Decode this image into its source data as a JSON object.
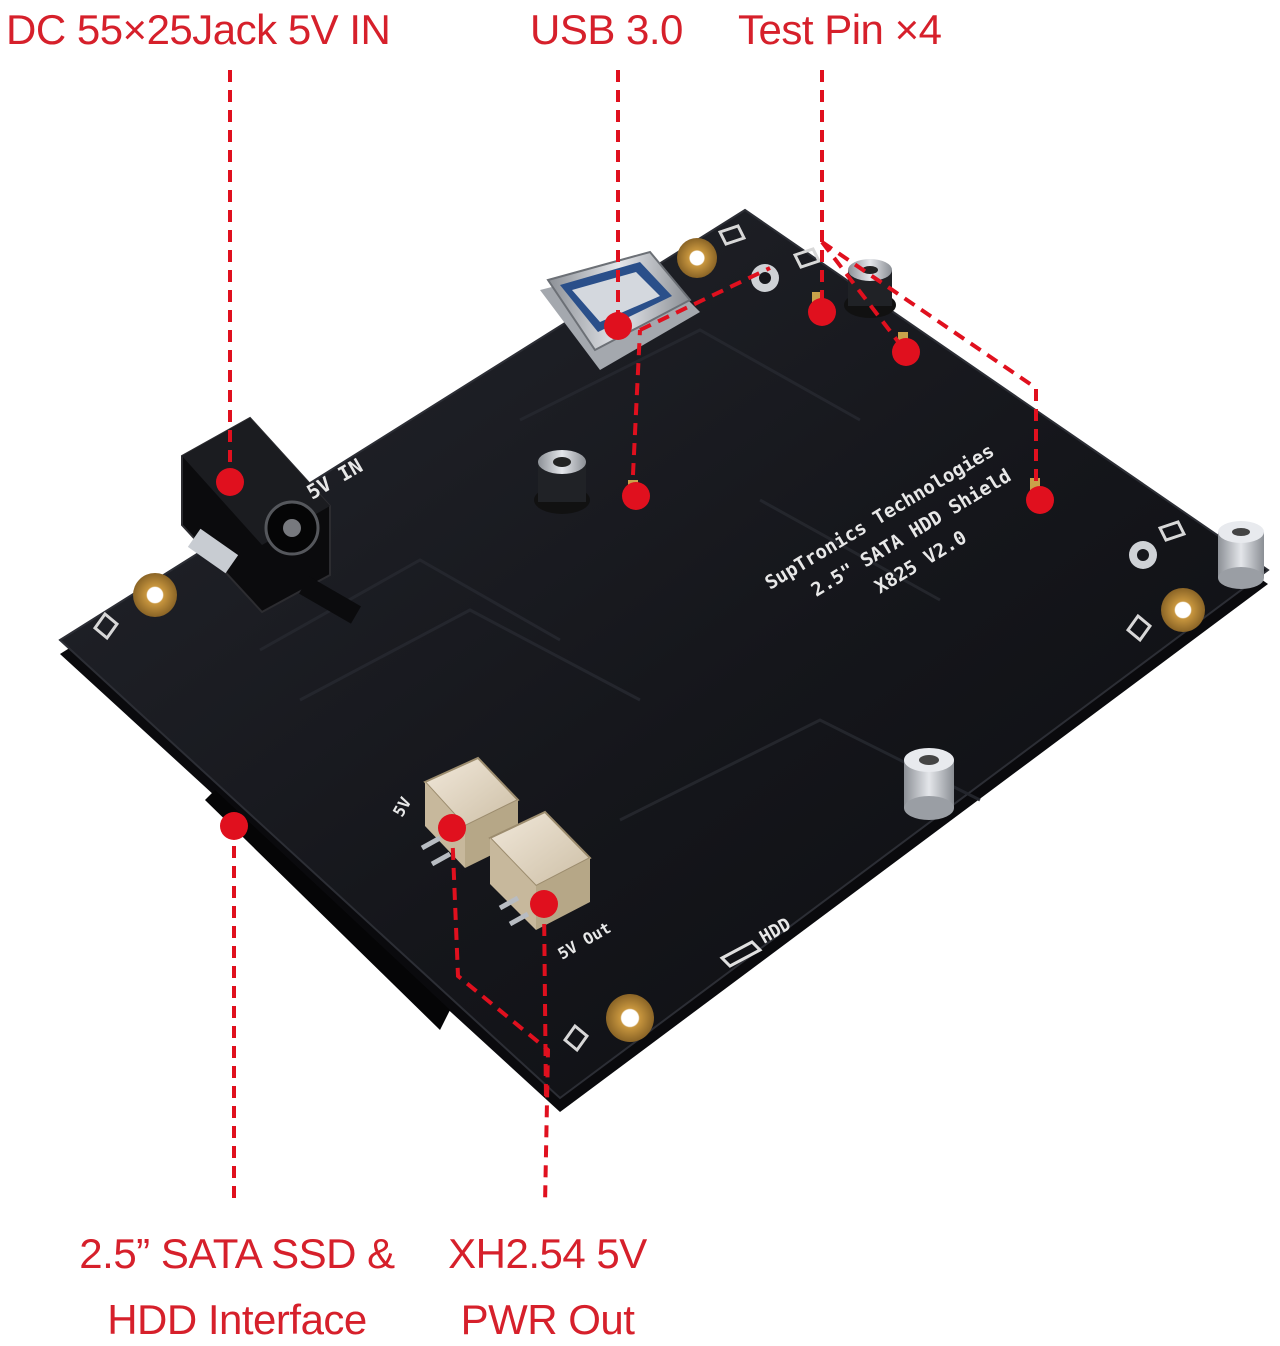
{
  "callouts": {
    "dc_jack": "DC 55×25Jack 5V IN",
    "usb": "USB 3.0",
    "test_pin": "Test Pin ×4",
    "sata_line1": "2.5”  SATA SSD &",
    "sata_line2": "HDD Interface",
    "xh_line1": "XH2.54 5V",
    "xh_line2": "PWR Out"
  },
  "board_silkscreen": {
    "line1": "SupTronics Technologies",
    "line2": "2.5\" SATA HDD Shield",
    "line3": "X825 V2.0",
    "five_v_in": "5V IN",
    "five_v_out": "5V Out",
    "five_v": "5V",
    "hdd": "HDD"
  },
  "colors": {
    "callout": "#d6202b",
    "board": "#16171c",
    "marker": "#e0101e"
  }
}
